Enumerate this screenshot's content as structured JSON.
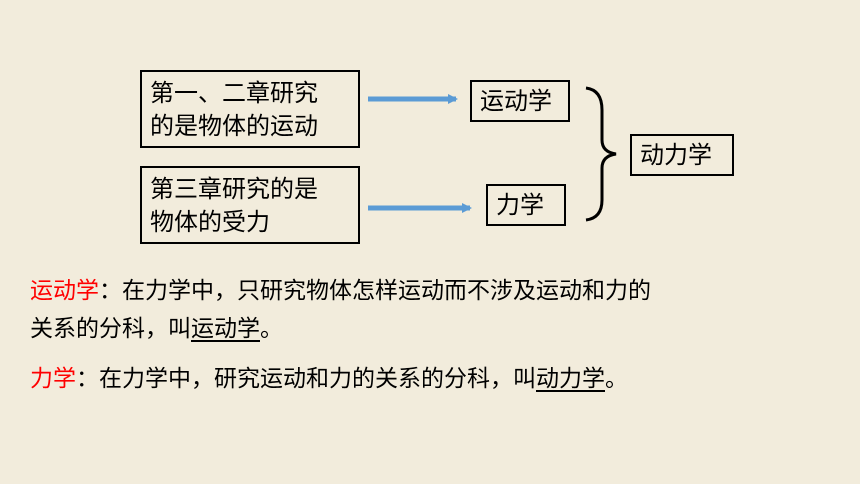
{
  "diagram": {
    "box1": {
      "line1": "第一、二章研究",
      "line2": "的是物体的运动"
    },
    "box2": {
      "line1": "第三章研究的是",
      "line2": "物体的受力"
    },
    "box3": "运动学",
    "box4": "力学",
    "box5": "动力学"
  },
  "definitions": {
    "p1": {
      "term": "运动学",
      "body_line1": "：在力学中，只研究物体怎样运动而不涉及运动和力的",
      "body_line2": "关系的分科，叫",
      "tail": "运动学",
      "end": "。"
    },
    "p2": {
      "term": "力学",
      "body": "：在力学中，研究运动和力的关系的分科，叫",
      "tail": "动力学",
      "end": "。"
    }
  },
  "colors": {
    "arrow": "#5b9bd5",
    "term": "#ff0000",
    "background": "#f2ecdc"
  }
}
